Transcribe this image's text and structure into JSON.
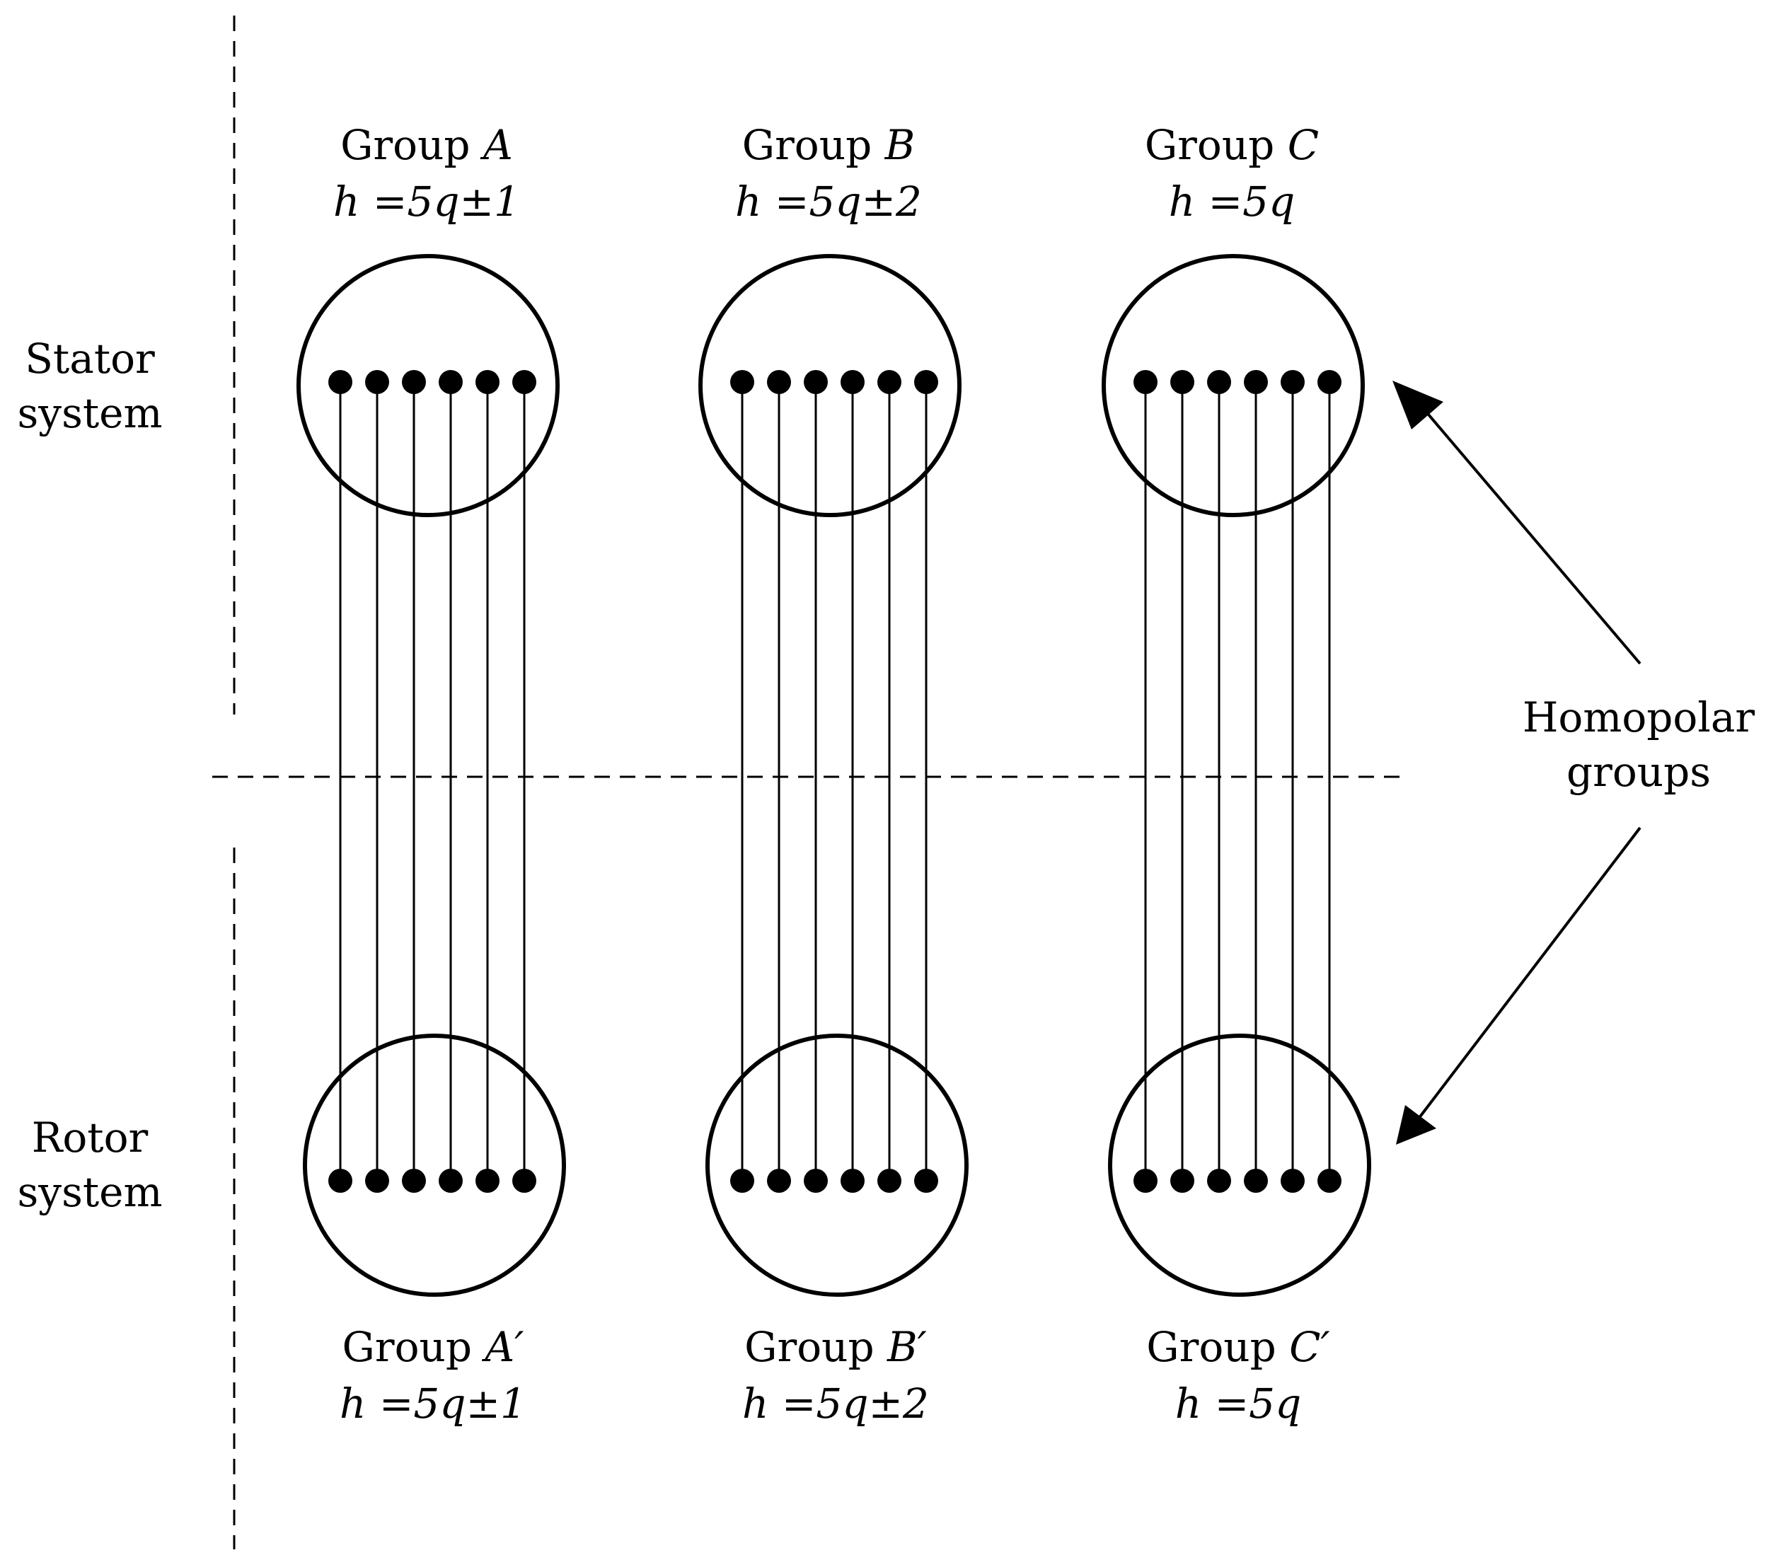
{
  "side_labels": {
    "stator": [
      "Stator",
      "system"
    ],
    "rotor": [
      "Rotor",
      "system"
    ]
  },
  "annotation": [
    "Homopolar",
    "groups"
  ],
  "stator_groups": [
    {
      "word": "Group",
      "letter": "A",
      "formula": "h =5q±1"
    },
    {
      "word": "Group",
      "letter": "B",
      "formula": "h =5q±2"
    },
    {
      "word": "Group",
      "letter": "C",
      "formula": "h =5q"
    }
  ],
  "rotor_groups": [
    {
      "word": "Group",
      "letter": "A′",
      "formula": "h =5q±1"
    },
    {
      "word": "Group",
      "letter": "B′",
      "formula": "h =5q±2"
    },
    {
      "word": "Group",
      "letter": "C′",
      "formula": "h =5q"
    }
  ],
  "colors": {
    "ink": "#000000",
    "background": "#ffffff"
  }
}
